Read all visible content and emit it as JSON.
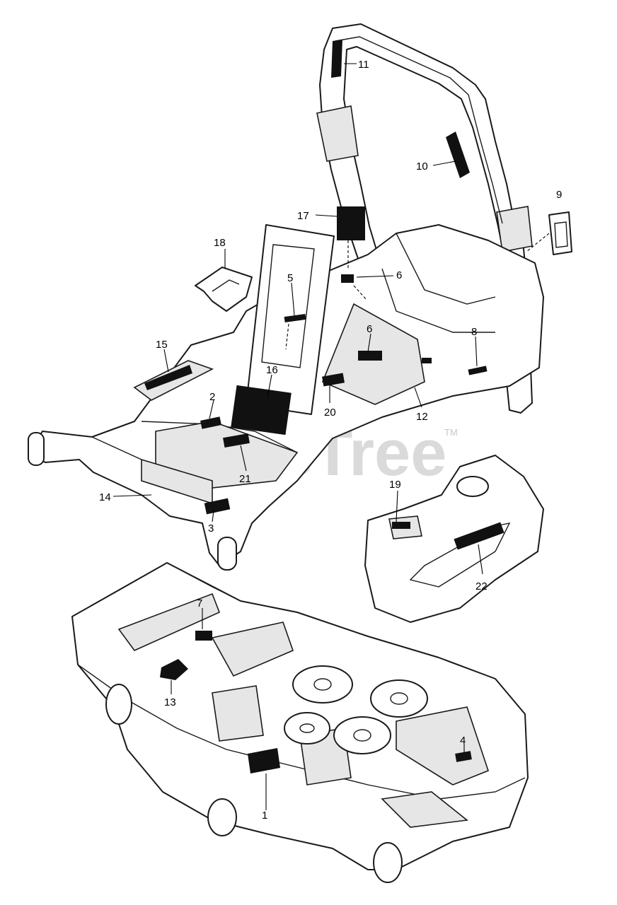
{
  "watermark": {
    "text": "PartsTree",
    "trademark": "TM"
  },
  "callouts": [
    "1",
    "2",
    "3",
    "4",
    "5",
    "6",
    "6",
    "7",
    "8",
    "9",
    "10",
    "11",
    "12",
    "13",
    "14",
    "15",
    "16",
    "17",
    "18",
    "19",
    "20",
    "21",
    "22"
  ],
  "colors": {
    "line": "#1a1a1a",
    "decal": "#111111",
    "watermark": "#d2d2d2",
    "background": "#ffffff"
  }
}
